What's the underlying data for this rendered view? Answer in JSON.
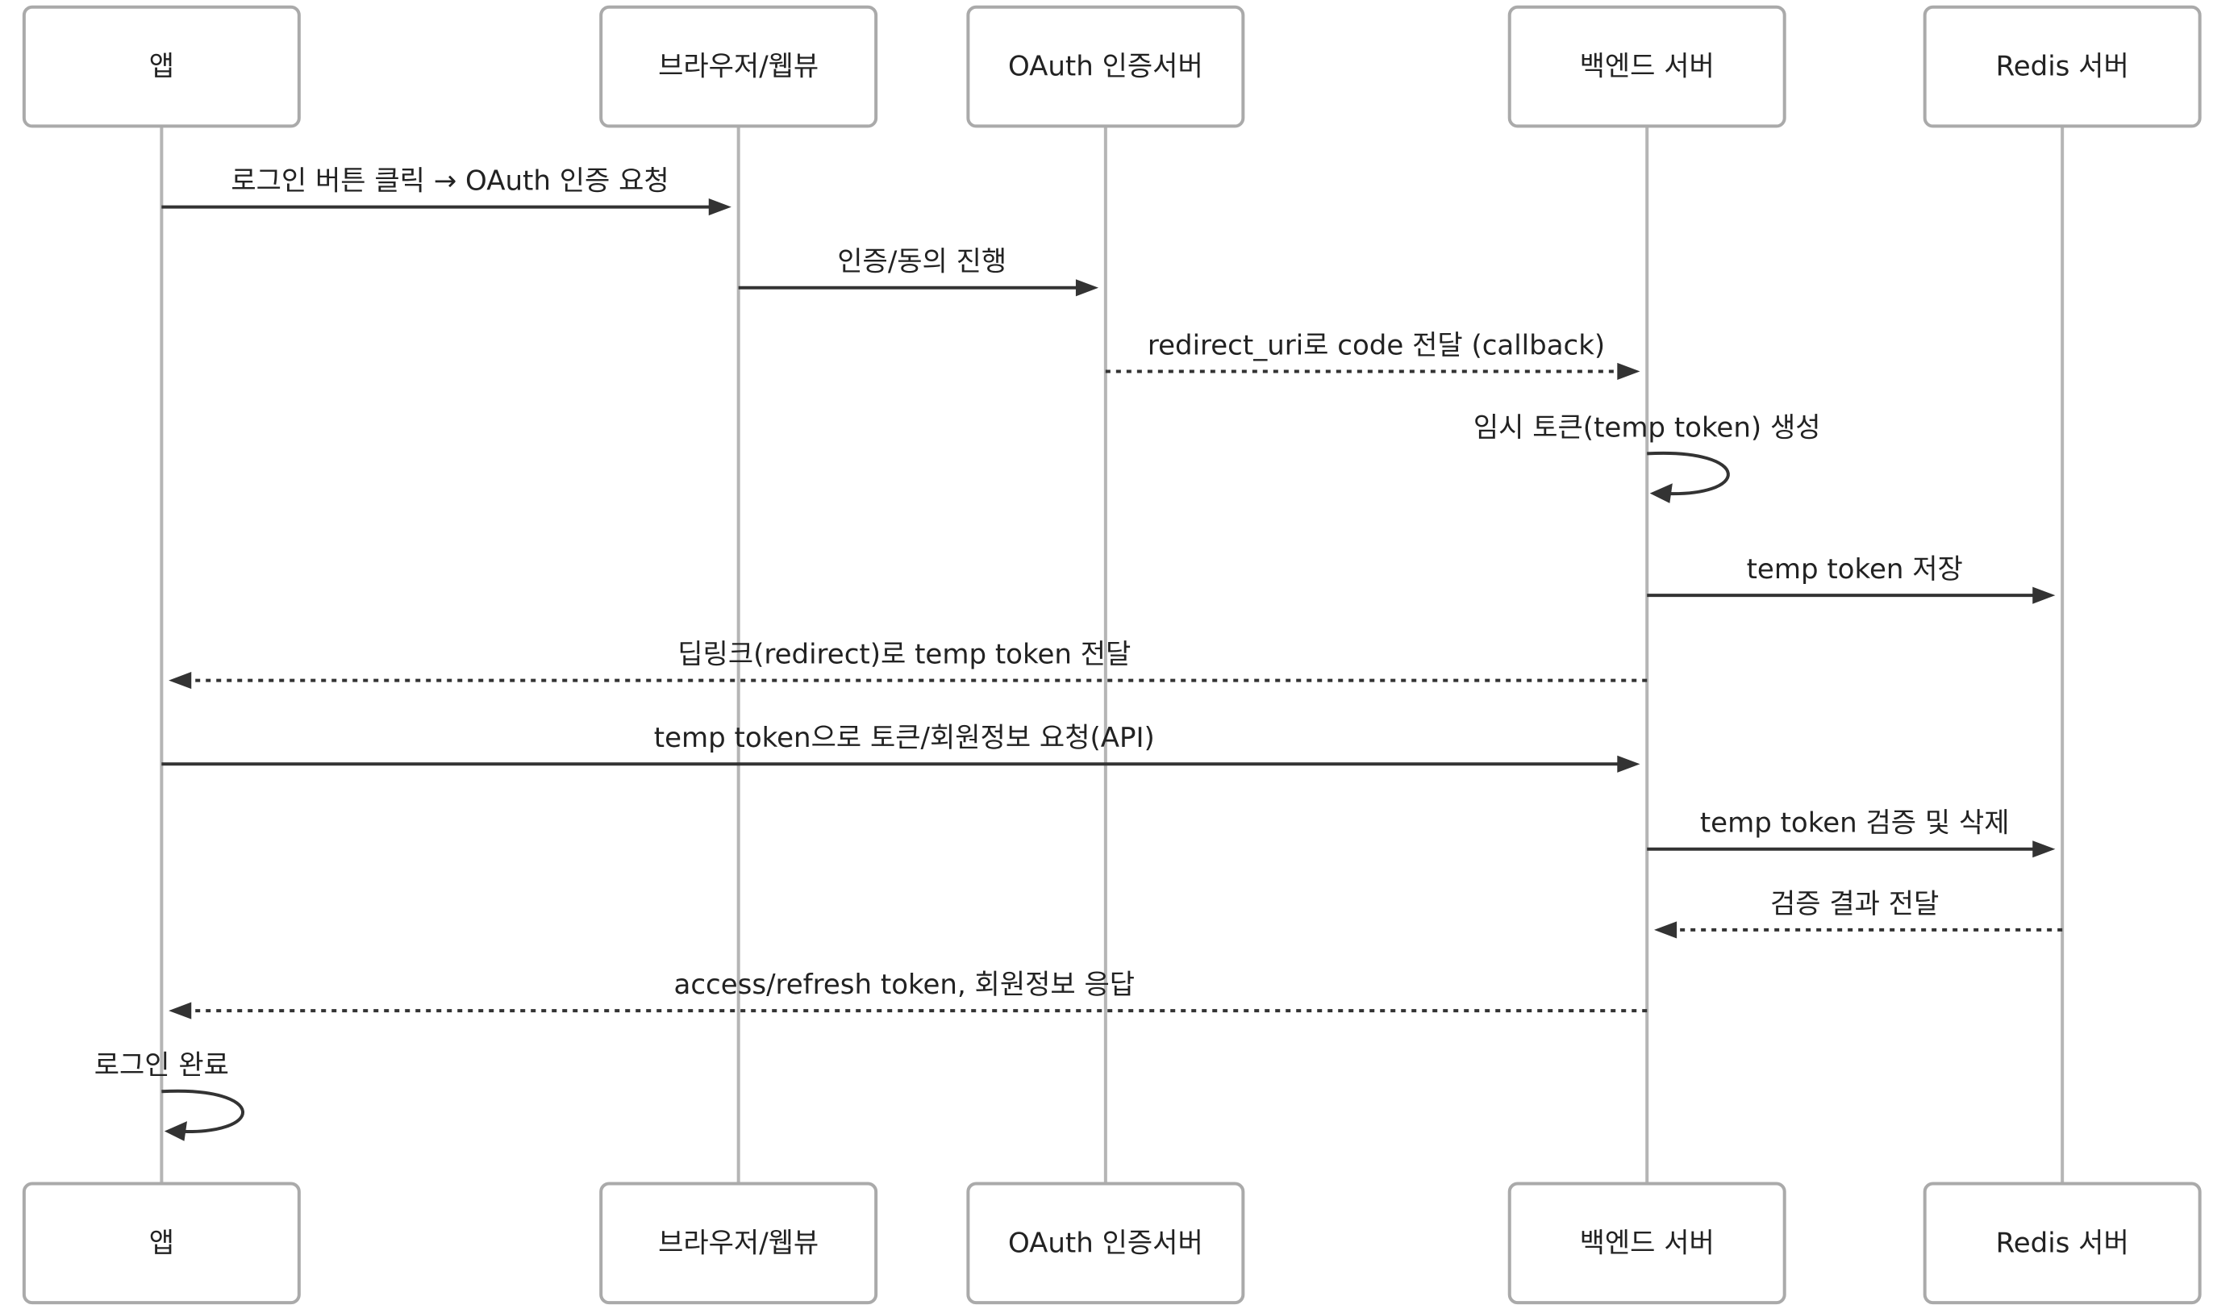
{
  "participants": [
    {
      "id": "app",
      "label": "앱"
    },
    {
      "id": "browser",
      "label": "브라우저/웹뷰"
    },
    {
      "id": "oauth",
      "label": "OAuth 인증서버"
    },
    {
      "id": "backend",
      "label": "백엔드 서버"
    },
    {
      "id": "redis",
      "label": "Redis 서버"
    }
  ],
  "messages": [
    {
      "from": "app",
      "to": "browser",
      "label": "로그인 버튼 클릭 → OAuth 인증 요청",
      "style": "solid"
    },
    {
      "from": "browser",
      "to": "oauth",
      "label": "인증/동의 진행",
      "style": "solid"
    },
    {
      "from": "oauth",
      "to": "backend",
      "label": "redirect_uri로 code 전달 (callback)",
      "style": "dashed"
    },
    {
      "from": "backend",
      "to": "backend",
      "label": "임시 토큰(temp token) 생성",
      "style": "solid"
    },
    {
      "from": "backend",
      "to": "redis",
      "label": "temp token 저장",
      "style": "solid"
    },
    {
      "from": "backend",
      "to": "app",
      "label": "딥링크(redirect)로 temp token 전달",
      "style": "dashed"
    },
    {
      "from": "app",
      "to": "backend",
      "label": "temp token으로 토큰/회원정보 요청(API)",
      "style": "solid"
    },
    {
      "from": "backend",
      "to": "redis",
      "label": "temp token 검증 및 삭제",
      "style": "solid"
    },
    {
      "from": "redis",
      "to": "backend",
      "label": "검증 결과 전달",
      "style": "dashed"
    },
    {
      "from": "backend",
      "to": "app",
      "label": "access/refresh token, 회원정보 응답",
      "style": "dashed"
    },
    {
      "from": "app",
      "to": "app",
      "label": "로그인 완료",
      "style": "solid"
    }
  ]
}
